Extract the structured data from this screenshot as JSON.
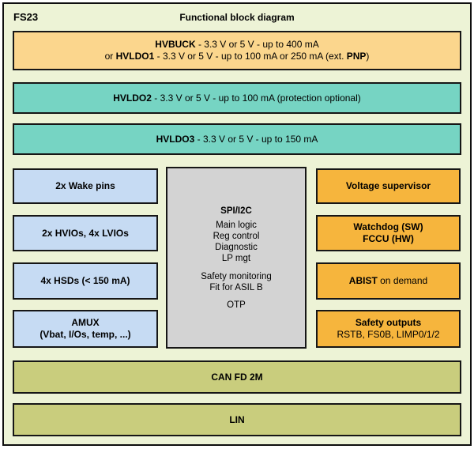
{
  "header": {
    "product": "FS23",
    "title": "Functional block diagram"
  },
  "colors": {
    "canvas_bg": "#edf3d6",
    "regulator_orange": "#fbd68d",
    "ldo_teal": "#76d4c3",
    "io_blue": "#c6dbf3",
    "logic_gray": "#d3d3d3",
    "safety_amber": "#f6b53d",
    "comm_olive": "#c9cd7d",
    "outline": "#0e0e0e"
  },
  "hvbuck": {
    "l1b": "HVBUCK",
    "l1r": " - 3.3 V or 5 V - up to 400 mA",
    "l2r1": "or ",
    "l2b1": "HVLDO1",
    "l2r2": " - 3.3 V or 5 V - up to 100 mA or 250 mA (ext. ",
    "l2b2": "PNP",
    "l2r3": ")"
  },
  "hvldo2": {
    "b": "HVLDO2",
    "r": " - 3.3 V or 5 V - up to 100 mA (protection optional)"
  },
  "hvldo3": {
    "b": "HVLDO3",
    "r": " - 3.3 V or 5 V - up to 150 mA"
  },
  "left": {
    "wake": "2x Wake pins",
    "ios": "2x HVIOs, 4x LVIOs",
    "hsds": "4x HSDs (< 150 mA)",
    "amux1": "AMUX",
    "amux2": "(Vbat, I/Os, temp, ...)"
  },
  "logic": {
    "title": "SPI/I2C",
    "group1": [
      "Main logic",
      "Reg control",
      "Diagnostic",
      "LP mgt"
    ],
    "group2": [
      "Safety monitoring",
      "Fit for ASIL B"
    ],
    "otp": "OTP"
  },
  "right": {
    "supervisor": "Voltage supervisor",
    "watchdog1": "Watchdog (SW)",
    "watchdog2": "FCCU (HW)",
    "abist_b": "ABIST",
    "abist_r": " on demand",
    "safety1": "Safety outputs",
    "safety2": "RSTB, FS0B, LIMP0/1/2"
  },
  "bottom": {
    "can": "CAN FD 2M",
    "lin": "LIN"
  }
}
